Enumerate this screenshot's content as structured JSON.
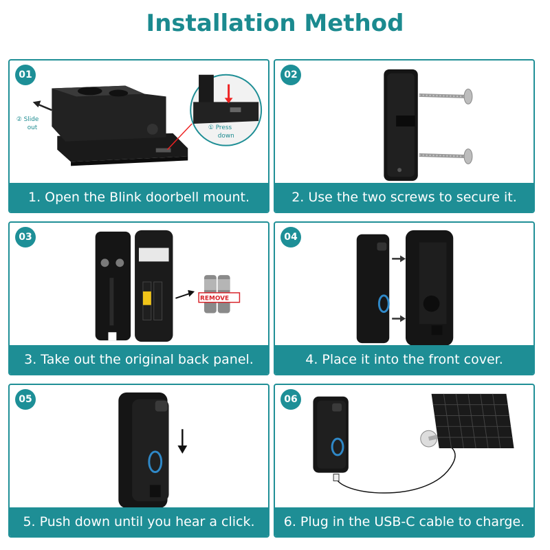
{
  "title": "Installation Method",
  "steps": [
    {
      "number": "01",
      "caption": "1. Open the Blink doorbell mount.",
      "notes": [
        "② Slide",
        "out",
        "① Press",
        "down"
      ]
    },
    {
      "number": "02",
      "caption": "2. Use the two screws to secure it."
    },
    {
      "number": "03",
      "caption": "3. Take out the original back panel.",
      "notes": [
        "REMOVE"
      ]
    },
    {
      "number": "04",
      "caption": "4. Place it into the front cover."
    },
    {
      "number": "05",
      "caption": "5. Push down until you hear a click."
    },
    {
      "number": "06",
      "caption": "6. Plug in the USB-C cable to charge."
    }
  ],
  "colors": {
    "accent": "#1e8e95",
    "device": "#141414",
    "ring": "#2f88c7"
  }
}
